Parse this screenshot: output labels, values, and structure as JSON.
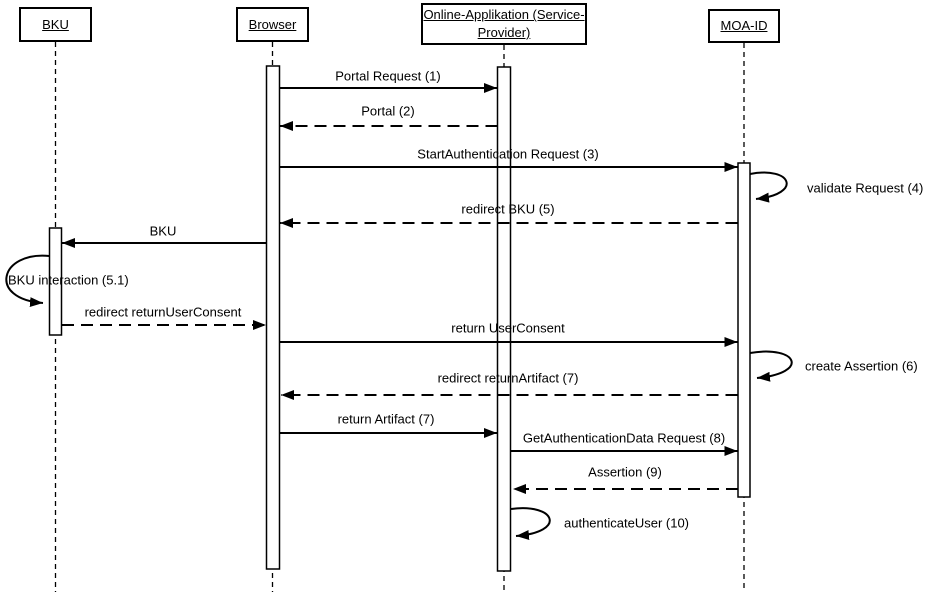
{
  "diagram": {
    "type": "uml-sequence-diagram",
    "background_color": "#ffffff",
    "line_color": "#000000",
    "actors": [
      {
        "label": "BKU"
      },
      {
        "label": "Browser"
      },
      {
        "label": "Online-Applikation (Service-Provider)",
        "label_line1": "Online-Applikation (Service-",
        "label_line2": "Provider)"
      },
      {
        "label": "MOA-ID"
      }
    ],
    "messages": [
      {
        "label": "Portal Request (1)",
        "from": "Browser",
        "to": "Online-Applikation (Service-Provider)",
        "style": "solid"
      },
      {
        "label": "Portal (2)",
        "from": "Online-Applikation (Service-Provider)",
        "to": "Browser",
        "style": "dashed"
      },
      {
        "label": "StartAuthentication Request (3)",
        "from": "Browser",
        "to": "MOA-ID",
        "style": "solid"
      },
      {
        "label": "validate Request (4)",
        "from": "MOA-ID",
        "to": "MOA-ID",
        "style": "self"
      },
      {
        "label": "redirect BKU (5)",
        "from": "MOA-ID",
        "to": "Browser",
        "style": "dashed"
      },
      {
        "label": "BKU",
        "from": "Browser",
        "to": "BKU",
        "style": "solid"
      },
      {
        "label": "BKU interaction (5.1)",
        "from": "BKU",
        "to": "BKU",
        "style": "self"
      },
      {
        "label": "redirect returnUserConsent",
        "from": "BKU",
        "to": "Browser",
        "style": "dashed"
      },
      {
        "label": "return UserConsent",
        "from": "Browser",
        "to": "MOA-ID",
        "style": "solid"
      },
      {
        "label": "create Assertion (6)",
        "from": "MOA-ID",
        "to": "MOA-ID",
        "style": "self"
      },
      {
        "label": "redirect returnArtifact (7)",
        "from": "MOA-ID",
        "to": "Browser",
        "style": "dashed"
      },
      {
        "label": "return Artifact (7)",
        "from": "Browser",
        "to": "Online-Applikation (Service-Provider)",
        "style": "solid"
      },
      {
        "label": "GetAuthenticationData Request (8)",
        "from": "Online-Applikation (Service-Provider)",
        "to": "MOA-ID",
        "style": "solid"
      },
      {
        "label": "Assertion (9)",
        "from": "MOA-ID",
        "to": "Online-Applikation (Service-Provider)",
        "style": "dashed"
      },
      {
        "label": "authenticateUser (10)",
        "from": "Online-Applikation (Service-Provider)",
        "to": "Online-Applikation (Service-Provider)",
        "style": "self"
      }
    ]
  }
}
